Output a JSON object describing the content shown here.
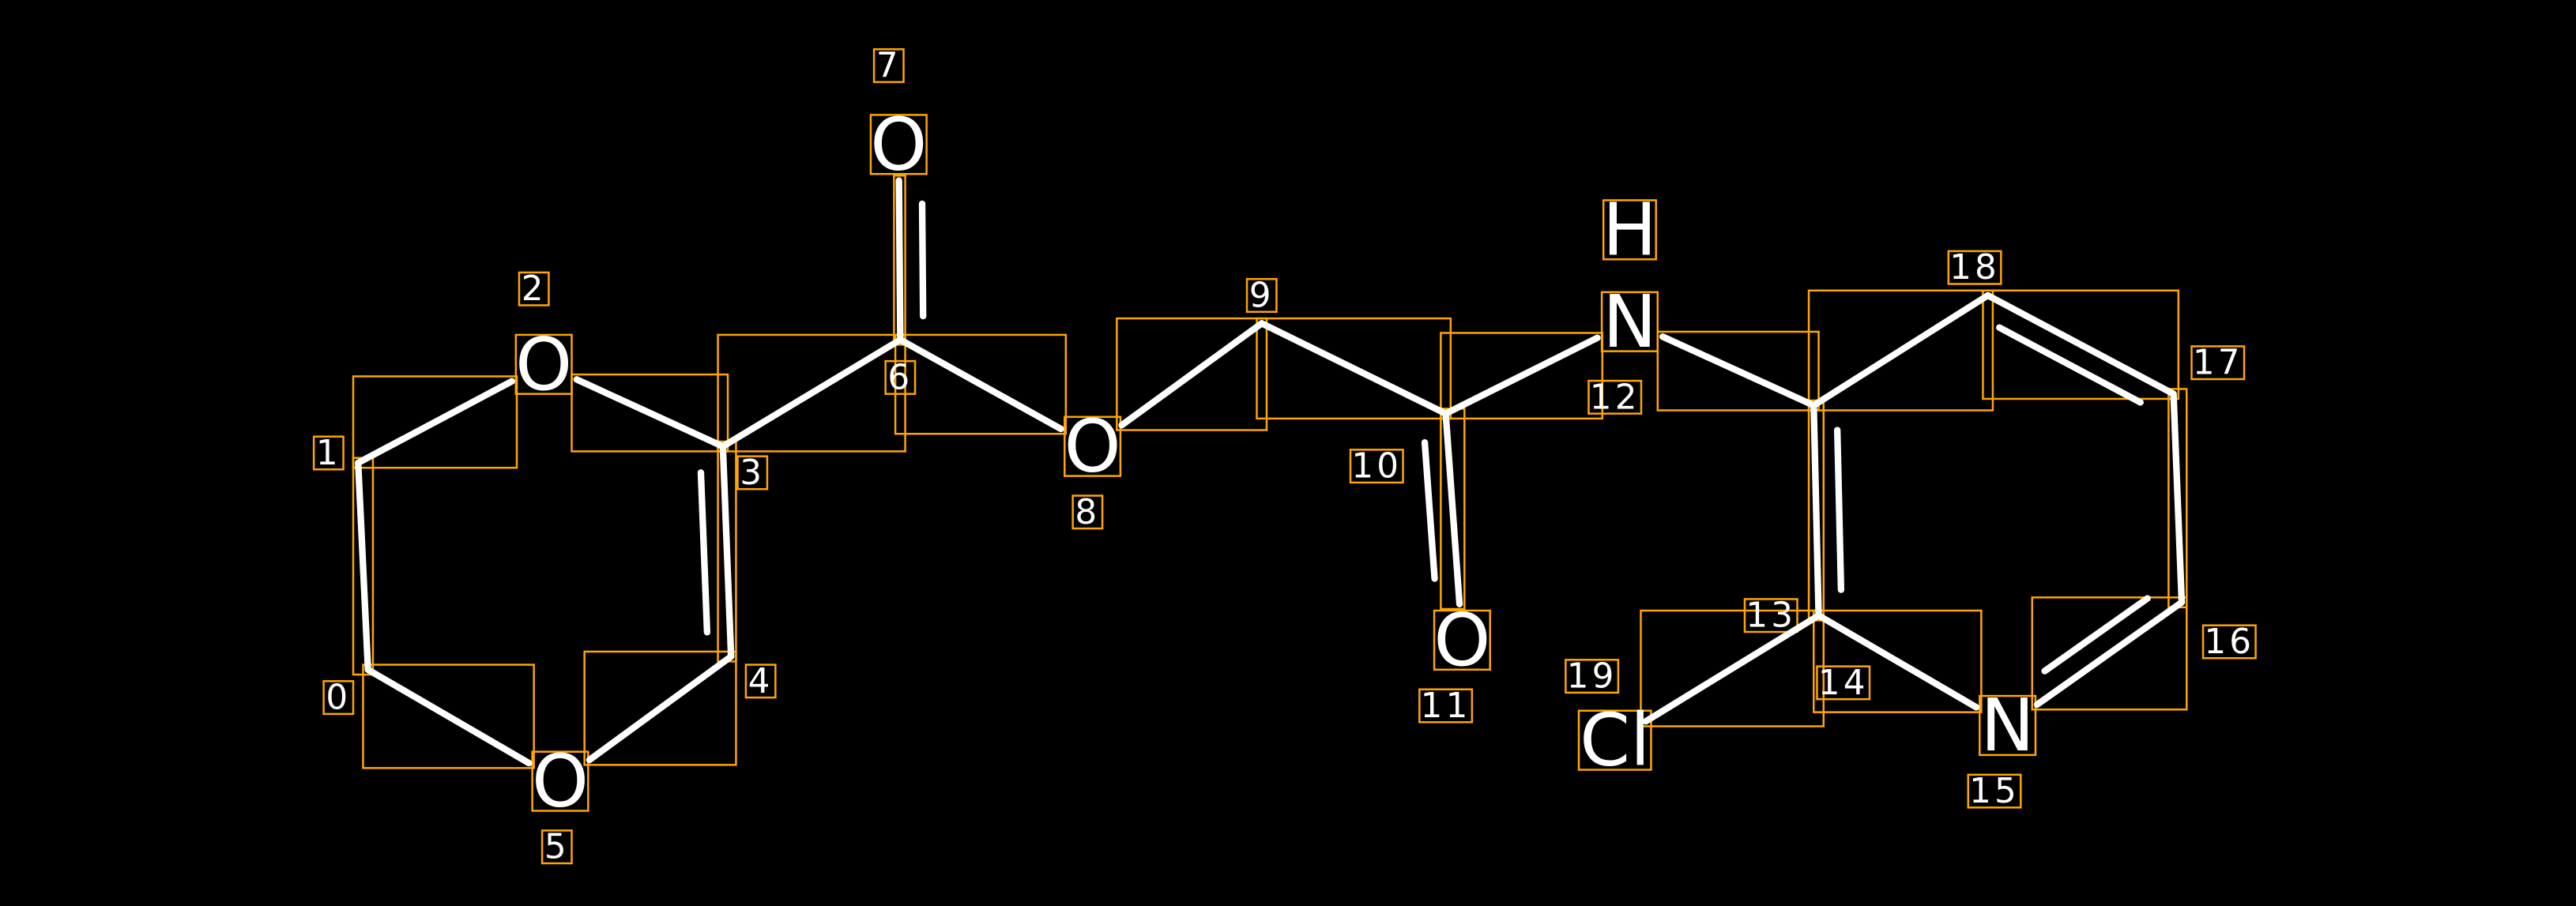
{
  "colors": {
    "background": "#000000",
    "bond": "#FFFFFF",
    "box": "#FFA500",
    "text": "#FFFFFF"
  },
  "atoms": [
    {
      "index": "0",
      "element": ""
    },
    {
      "index": "1",
      "element": ""
    },
    {
      "index": "2",
      "element": "O"
    },
    {
      "index": "3",
      "element": ""
    },
    {
      "index": "4",
      "element": ""
    },
    {
      "index": "5",
      "element": "O"
    },
    {
      "index": "6",
      "element": ""
    },
    {
      "index": "7",
      "element": "O"
    },
    {
      "index": "8",
      "element": "O"
    },
    {
      "index": "9",
      "element": ""
    },
    {
      "index": "10",
      "element": ""
    },
    {
      "index": "11",
      "element": "O"
    },
    {
      "index": "12",
      "element": "N",
      "hydrogen": "H"
    },
    {
      "index": "13",
      "element": ""
    },
    {
      "index": "14",
      "element": ""
    },
    {
      "index": "15",
      "element": "N"
    },
    {
      "index": "16",
      "element": ""
    },
    {
      "index": "17",
      "element": ""
    },
    {
      "index": "18",
      "element": ""
    },
    {
      "index": "19",
      "element": "Cl"
    }
  ],
  "bonds": [
    [
      0,
      1,
      1
    ],
    [
      1,
      2,
      1
    ],
    [
      2,
      3,
      1
    ],
    [
      3,
      4,
      2
    ],
    [
      4,
      5,
      1
    ],
    [
      5,
      0,
      1
    ],
    [
      3,
      6,
      1
    ],
    [
      6,
      7,
      2
    ],
    [
      6,
      8,
      1
    ],
    [
      8,
      9,
      1
    ],
    [
      9,
      10,
      1
    ],
    [
      10,
      11,
      2
    ],
    [
      10,
      12,
      1
    ],
    [
      12,
      13,
      1
    ],
    [
      13,
      14,
      2
    ],
    [
      14,
      15,
      1
    ],
    [
      15,
      16,
      2
    ],
    [
      16,
      17,
      1
    ],
    [
      17,
      18,
      2
    ],
    [
      18,
      13,
      1
    ],
    [
      14,
      19,
      1
    ]
  ]
}
